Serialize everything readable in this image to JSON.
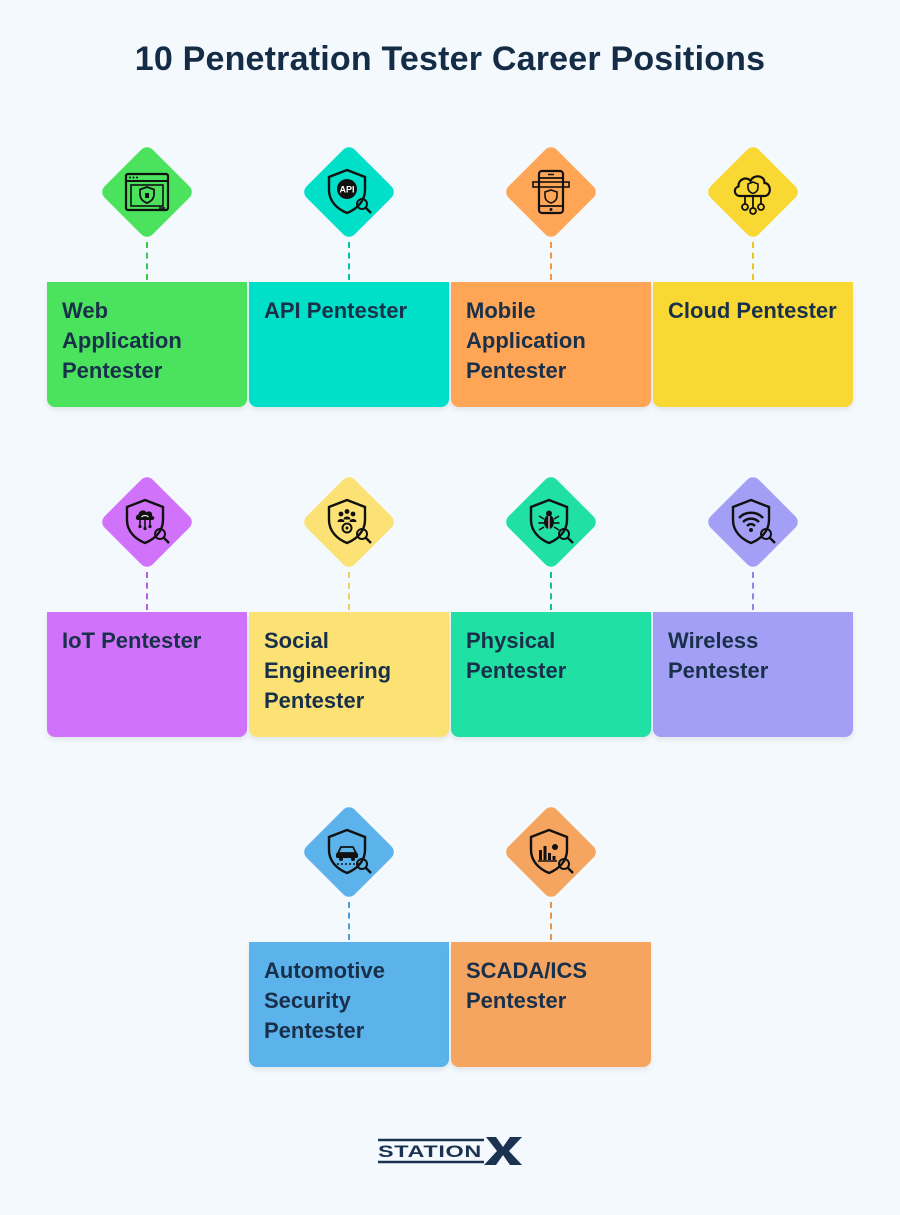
{
  "title": "10 Penetration Tester Career Positions",
  "brand": "STATIONX",
  "positions": [
    {
      "label": "Web Application Pentester",
      "icon": "browser-shield-icon",
      "color": "#4be35e",
      "line": "#3bc94e"
    },
    {
      "label": "API Pentester",
      "icon": "api-shield-icon",
      "color": "#00e0c8",
      "line": "#00c2ad"
    },
    {
      "label": "Mobile Application Pentester",
      "icon": "mobile-shield-icon",
      "color": "#ffa556",
      "line": "#f59644"
    },
    {
      "label": "Cloud Pentester",
      "icon": "cloud-shield-icon",
      "color": "#f9d833",
      "line": "#e8c51f"
    },
    {
      "label": "IoT Pentester",
      "icon": "iot-shield-icon",
      "color": "#d173fa",
      "line": "#b85ce6"
    },
    {
      "label": "Social Engineering Pentester",
      "icon": "people-shield-icon",
      "color": "#fce274",
      "line": "#ecd05e"
    },
    {
      "label": "Physical Pentester",
      "icon": "bug-shield-icon",
      "color": "#20e0a4",
      "line": "#15c08b"
    },
    {
      "label": "Wireless Pentester",
      "icon": "wifi-shield-icon",
      "color": "#a39ff6",
      "line": "#8b86ea"
    },
    {
      "label": "Automotive Security Pentester",
      "icon": "car-shield-icon",
      "color": "#5cb2ea",
      "line": "#4a9fd8"
    },
    {
      "label": "SCADA/ICS Pentester",
      "icon": "chart-shield-icon",
      "color": "#f5a55f",
      "line": "#e69349"
    }
  ]
}
